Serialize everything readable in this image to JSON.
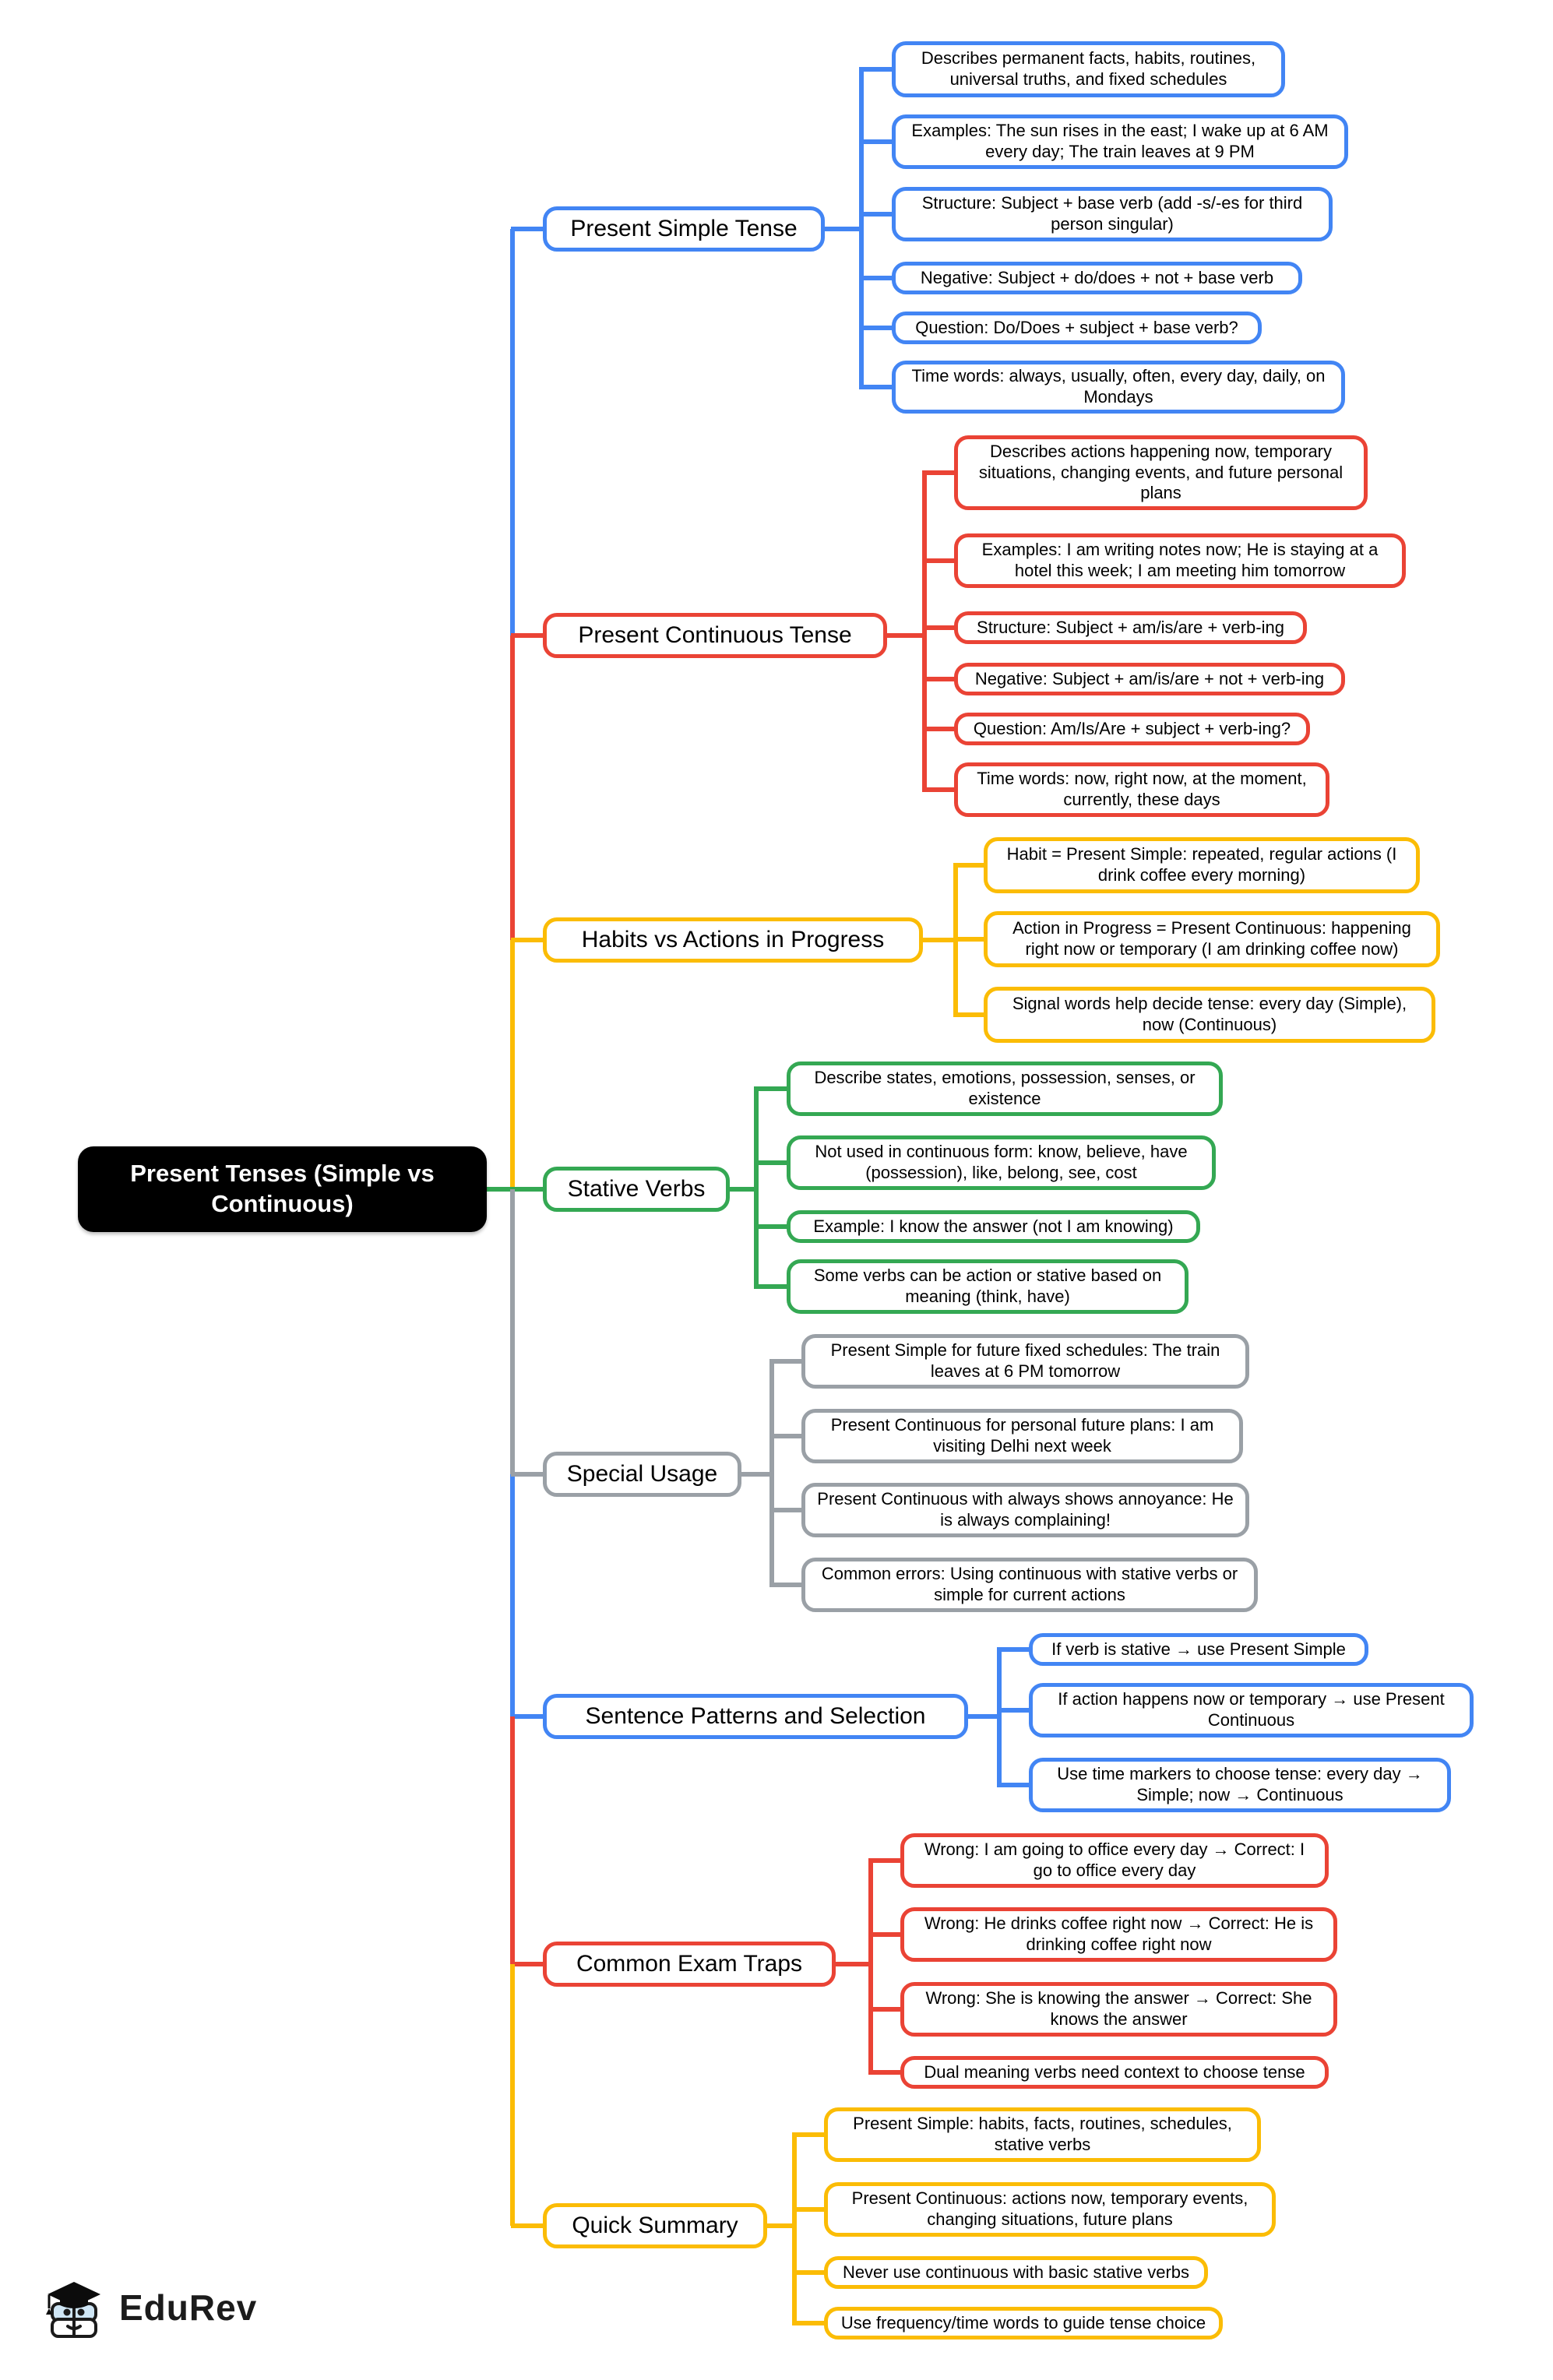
{
  "root": {
    "label": "Present Tenses (Simple vs Continuous)"
  },
  "branches": [
    {
      "label": "Present Simple Tense",
      "color": "#4285F4",
      "children": [
        "Describes permanent facts, habits, routines, universal truths, and fixed schedules",
        "Examples: The sun rises in the east; I wake up at 6 AM every day; The train leaves at 9 PM",
        "Structure: Subject + base verb (add -s/-es for third person singular)",
        "Negative: Subject + do/does + not + base verb",
        "Question: Do/Does + subject + base verb?",
        "Time words: always, usually, often, every day, daily, on Mondays"
      ]
    },
    {
      "label": "Present Continuous Tense",
      "color": "#EA4335",
      "children": [
        "Describes actions happening now, temporary situations, changing events, and future personal plans",
        "Examples: I am writing notes now; He is staying at a hotel this week; I am meeting him tomorrow",
        "Structure: Subject + am/is/are + verb-ing",
        "Negative: Subject + am/is/are + not + verb-ing",
        "Question: Am/Is/Are + subject + verb-ing?",
        "Time words: now, right now, at the moment, currently, these days"
      ]
    },
    {
      "label": "Habits vs Actions in Progress",
      "color": "#FBBC05",
      "children": [
        "Habit = Present Simple: repeated, regular actions (I drink coffee every morning)",
        "Action in Progress = Present Continuous: happening right now or temporary (I am drinking coffee now)",
        "Signal words help decide tense: every day (Simple), now (Continuous)"
      ]
    },
    {
      "label": "Stative Verbs",
      "color": "#34A853",
      "children": [
        "Describe states, emotions, possession, senses, or existence",
        "Not used in continuous form: know, believe, have (possession), like, belong, see, cost",
        "Example: I know the answer (not I am knowing)",
        "Some verbs can be action or stative based on meaning (think, have)"
      ]
    },
    {
      "label": "Special Usage",
      "color": "#9AA0A6",
      "children": [
        "Present Simple for future fixed schedules: The train leaves at 6 PM tomorrow",
        "Present Continuous for personal future plans: I am visiting Delhi next week",
        "Present Continuous with always shows annoyance: He is always complaining!",
        "Common errors: Using continuous with stative verbs or simple for current actions"
      ]
    },
    {
      "label": "Sentence Patterns and Selection",
      "color": "#4285F4",
      "children": [
        "If verb is stative → use Present Simple",
        "If action happens now or temporary → use Present Continuous",
        "Use time markers to choose tense: every day → Simple; now → Continuous"
      ]
    },
    {
      "label": "Common Exam Traps",
      "color": "#EA4335",
      "children": [
        "Wrong: I am going to office every day → Correct: I go to office every day",
        "Wrong: He drinks coffee right now → Correct: He is drinking coffee right now",
        "Wrong: She is knowing the answer → Correct: She knows the answer",
        "Dual meaning verbs need context to choose tense"
      ]
    },
    {
      "label": "Quick Summary",
      "color": "#FBBC05",
      "children": [
        "Present Simple: habits, facts, routines, schedules, stative verbs",
        "Present Continuous: actions now, temporary events, changing situations, future plans",
        "Never use continuous with basic stative verbs",
        "Use frequency/time words to guide tense choice"
      ]
    }
  ],
  "palette": {
    "blue": "#4285F4",
    "red": "#EA4335",
    "yellow": "#FBBC05",
    "green": "#34A853",
    "gray": "#9AA0A6",
    "root_background": "#000000",
    "root_text": "#ffffff",
    "node_text": "#000000"
  },
  "logo": {
    "brand": "EduRev"
  }
}
